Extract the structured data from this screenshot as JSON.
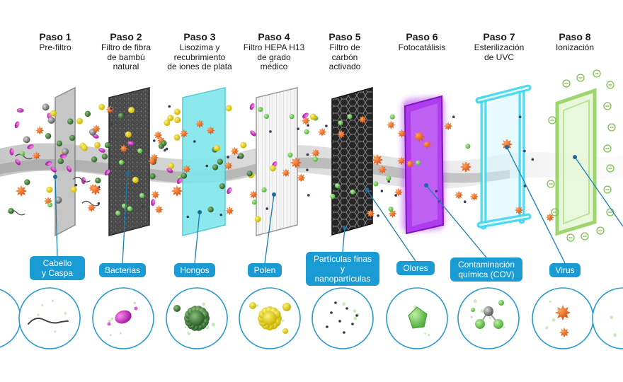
{
  "steps": [
    {
      "num": "Paso 1",
      "desc": "Pre-filtro"
    },
    {
      "num": "Paso 2",
      "desc": "Filtro de fibra\nde bambú\nnatural"
    },
    {
      "num": "Paso 3",
      "desc": "Lisozima y\nrecubrimiento\nde iones de plata"
    },
    {
      "num": "Paso 4",
      "desc": "Filtro HEPA H13\nde grado\nmédico"
    },
    {
      "num": "Paso 5",
      "desc": "Filtro de\ncarbón\nactivado"
    },
    {
      "num": "Paso 6",
      "desc": "Fotocatálisis"
    },
    {
      "num": "Paso 7",
      "desc": "Esterilización\nde UVC"
    },
    {
      "num": "Paso 8",
      "desc": "Ionización"
    }
  ],
  "labels": [
    "Cabello\ny Caspa",
    "Bacterias",
    "Hongos",
    "Polen",
    "Partículas finas\ny\nnanopartículas",
    "Olores",
    "Contaminación\nquímica (COV)",
    "Virus"
  ],
  "colors": {
    "label_bg": "#1a9bd3",
    "connector": "#1a7fb3",
    "circle_border": "#2a9bd0",
    "mint_filter": "#7fe6ec",
    "photocatalysis": "#b03cf0",
    "uvc": "#3ed6f0",
    "ionization": "#8ecf55",
    "carbon": "#2a2a2a"
  },
  "icons": [
    "hair-icon",
    "bacteria-icon",
    "mold-icon",
    "pollen-icon",
    "fine-particles-icon",
    "odor-icon",
    "voc-molecule-icon",
    "virus-icon"
  ]
}
